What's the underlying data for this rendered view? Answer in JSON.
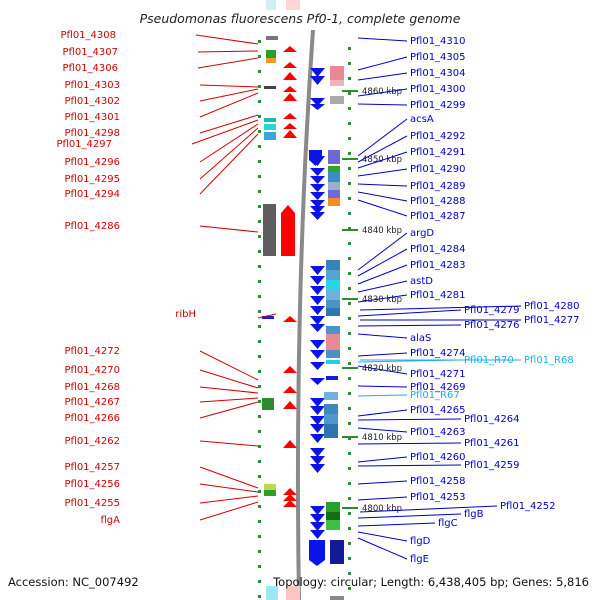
{
  "title": "Pseudomonas fluorescens Pf0-1, complete genome",
  "accession": "Accession: NC_007492",
  "topology": "Topology: circular; Length: 6,438,405 bp; Genes: 5,816",
  "colors": {
    "left_label": "#d40000",
    "right_label": "#0000c8",
    "rna_label": "#1ab0ee",
    "forward_arrow": "#ff0000",
    "reverse_arrow": "#0a14e6",
    "backbone": "#8a8a8a"
  },
  "scale_ticks": [
    "4860 kbp",
    "4850 kbp",
    "4840 kbp",
    "4830 kbp",
    "4820 kbp",
    "4810 kbp",
    "4800 kbp"
  ],
  "left_labels": [
    "Pfl01_4308",
    "Pfl01_4307",
    "Pfl01_4306",
    "Pfl01_4303",
    "Pfl01_4302",
    "Pfl01_4301",
    "Pfl01_4298",
    "Pfl01_4297",
    "Pfl01_4296",
    "Pfl01_4295",
    "Pfl01_4294",
    "Pfl01_4286",
    "ribH",
    "Pfl01_4272",
    "Pfl01_4270",
    "Pfl01_4268",
    "Pfl01_4267",
    "Pfl01_4266",
    "Pfl01_4262",
    "Pfl01_4257",
    "Pfl01_4256",
    "Pfl01_4255",
    "flgA"
  ],
  "right_labels": [
    "Pfl01_4310",
    "Pfl01_4305",
    "Pfl01_4304",
    "Pfl01_4300",
    "Pfl01_4299",
    "acsA",
    "Pfl01_4292",
    "Pfl01_4291",
    "Pfl01_4290",
    "Pfl01_4289",
    "Pfl01_4288",
    "Pfl01_4287",
    "argD",
    "Pfl01_4284",
    "Pfl01_4283",
    "astD",
    "Pfl01_4281",
    "Pfl01_4280",
    "Pfl01_4279",
    "Pfl01_4277",
    "Pfl01_4276",
    "alaS",
    "Pfl01_4274",
    "Pfl01_R70",
    "Pfl01_R68",
    "Pfl01_4271",
    "Pfl01_4269",
    "Pfl01_R67",
    "Pfl01_4265",
    "Pfl01_4264",
    "Pfl01_4263",
    "Pfl01_4261",
    "Pfl01_4260",
    "Pfl01_4259",
    "Pfl01_4258",
    "Pfl01_4253",
    "Pfl01_4252",
    "flgB",
    "flgC",
    "flgD",
    "flgE"
  ]
}
